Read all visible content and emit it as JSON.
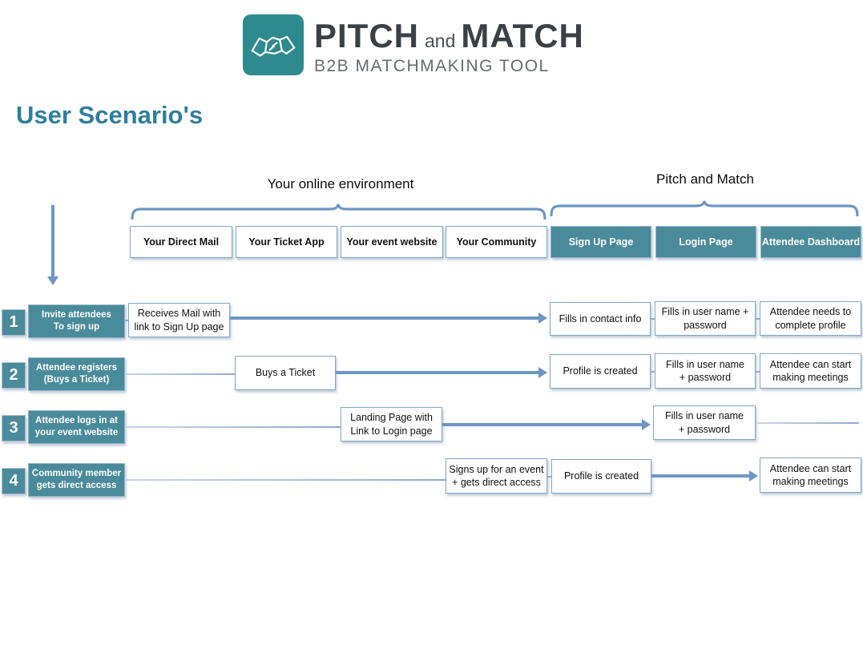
{
  "colors": {
    "teal_box": "#4A8B9B",
    "logo_teal": "#2D8A8D",
    "arrow_blue": "#6D96C6",
    "title_teal": "#2F7E9D"
  },
  "logo": {
    "word1": "PITCH",
    "word2": "and",
    "word3": "MATCH",
    "subtitle": "B2B MATCHMAKING TOOL"
  },
  "page_title": "User Scenario's",
  "brackets": {
    "left": "Your online environment",
    "right": "Pitch and Match"
  },
  "columns": [
    "Your Direct Mail",
    "Your Ticket App",
    "Your event website",
    "Your Community",
    "Sign Up Page",
    "Login Page",
    "Attendee Dashboard"
  ],
  "rows": [
    {
      "number": "1",
      "scenario": "Invite attendees\nTo sign up",
      "boxes": [
        "Receives Mail with\nlink to Sign Up page",
        "Fills in contact info",
        "Fills in user name +\npassword",
        "Attendee needs to\ncomplete profile"
      ]
    },
    {
      "number": "2",
      "scenario": "Attendee registers\n(Buys a Ticket)",
      "boxes": [
        "Buys a Ticket",
        "Profile  is created",
        "Fills in user name\n+ password",
        "Attendee can start\nmaking meetings"
      ]
    },
    {
      "number": "3",
      "scenario": "Attendee logs in at\nyour event website",
      "boxes": [
        "Landing Page with\nLink to Login page",
        "Fills in user name\n+ password"
      ]
    },
    {
      "number": "4",
      "scenario": "Community member\ngets direct access",
      "boxes": [
        "Signs up for an event\n+ gets direct access",
        "Profile is created",
        "Attendee can start\nmaking meetings"
      ]
    }
  ]
}
